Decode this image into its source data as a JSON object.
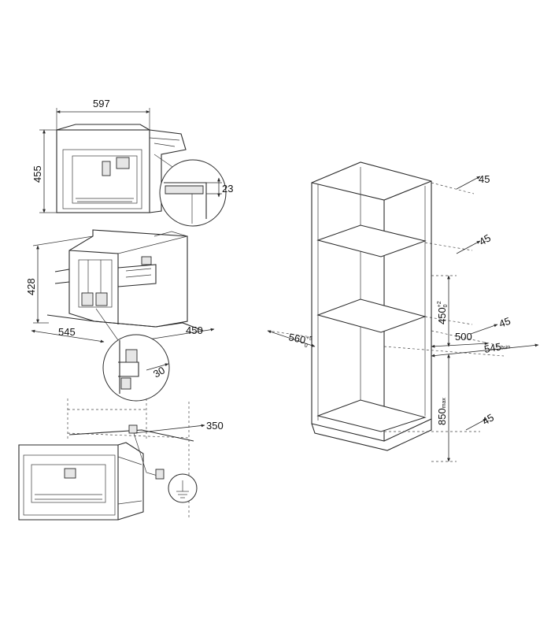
{
  "dimensions": {
    "oven_width": "597",
    "oven_height": "455",
    "detail_gap": "23",
    "unit_height": "428",
    "unit_depth": "545",
    "unit_length": "450",
    "angle": "30",
    "cable": "350",
    "top_gap": "45",
    "shelf_gap": "45",
    "niche_height": "450",
    "niche_height_tol": "+2",
    "niche_height_tol_low": "0",
    "niche_width": "560",
    "niche_width_tol": "+5",
    "niche_width_tol_low": "0",
    "side_gap": "45",
    "depth_500": "500",
    "depth_545": "545",
    "depth_545_suffix": "min",
    "base_height": "850",
    "base_height_suffix": "max",
    "bottom_gap": "45"
  }
}
